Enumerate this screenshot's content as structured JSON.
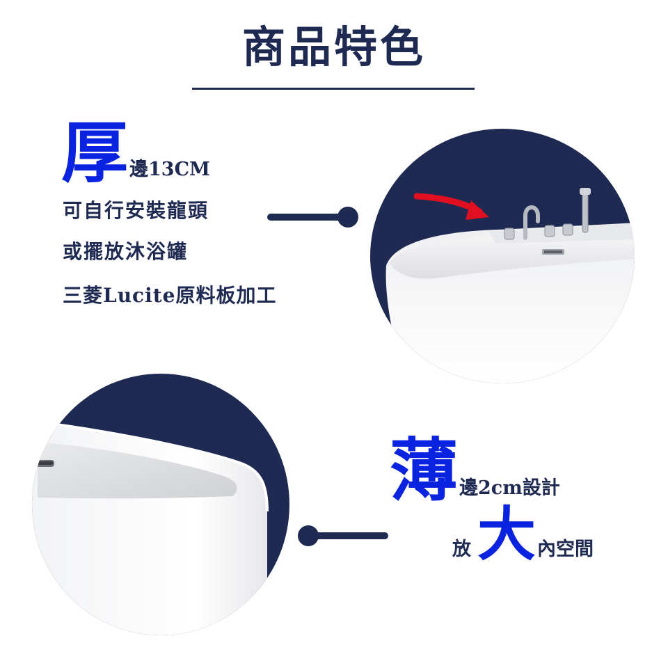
{
  "title": "商品特色",
  "thick_feature": {
    "big_char": "厚",
    "suffix": "邊13CM",
    "lines": [
      "可自行安裝龍頭",
      "或擺放沐浴罐",
      "三菱Lucite原料板加工"
    ]
  },
  "thin_feature": {
    "big_char": "薄",
    "suffix": "邊2cm設計",
    "prefix2": "放",
    "big_char2": "大",
    "suffix2": "內空間"
  },
  "colors": {
    "navy": "#1f2a52",
    "accent_blue": "#0a23e0",
    "arrow_red": "#e01020"
  }
}
